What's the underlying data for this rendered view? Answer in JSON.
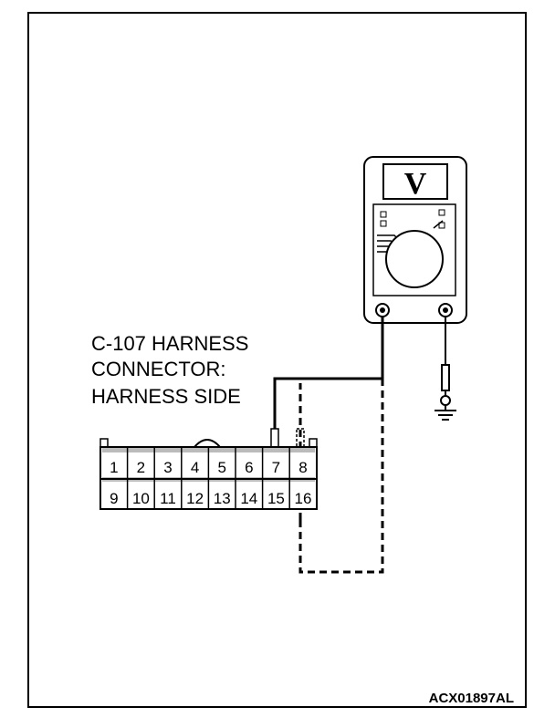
{
  "connector_label": {
    "line1": "C-107 HARNESS",
    "line2": "CONNECTOR:",
    "line3": "HARNESS SIDE"
  },
  "connector": {
    "top_row": [
      "1",
      "2",
      "3",
      "4",
      "5",
      "6",
      "7",
      "8"
    ],
    "bottom_row": [
      "9",
      "10",
      "11",
      "12",
      "13",
      "14",
      "15",
      "16"
    ]
  },
  "meter": {
    "display": "V"
  },
  "figure_code": "ACX01897AL",
  "colors": {
    "line": "#000000",
    "background": "#ffffff"
  }
}
